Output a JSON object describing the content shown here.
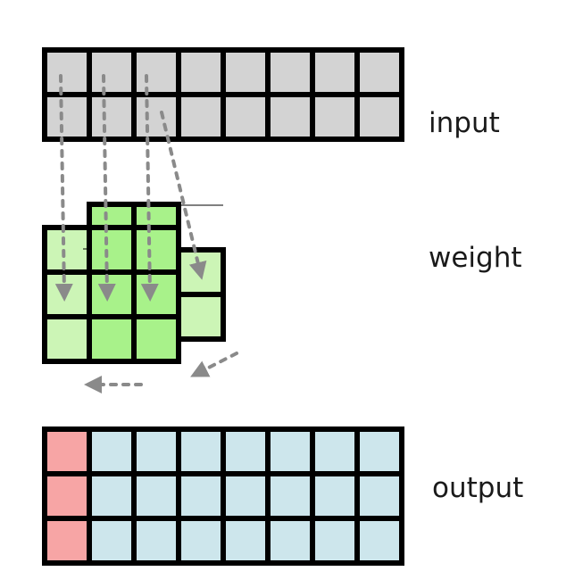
{
  "labels": {
    "input": "input",
    "weight": "weight",
    "output": "output"
  },
  "grids": {
    "input": {
      "rows": 2,
      "cols": 8
    },
    "weight": {
      "rows": 3,
      "cols": 3,
      "layers": 3
    },
    "output": {
      "rows": 3,
      "cols": 8,
      "highlighted_column": 0
    }
  },
  "colors": {
    "input_fill": "#d3d3d3",
    "weight_fill": "#ccf5b6",
    "weight_overlap_fill": "#a8f28a",
    "output_fill": "#cde6ec",
    "output_highlight": "#f7a5a5",
    "grid_line": "#000000",
    "arrow": "#8a8a8a"
  }
}
